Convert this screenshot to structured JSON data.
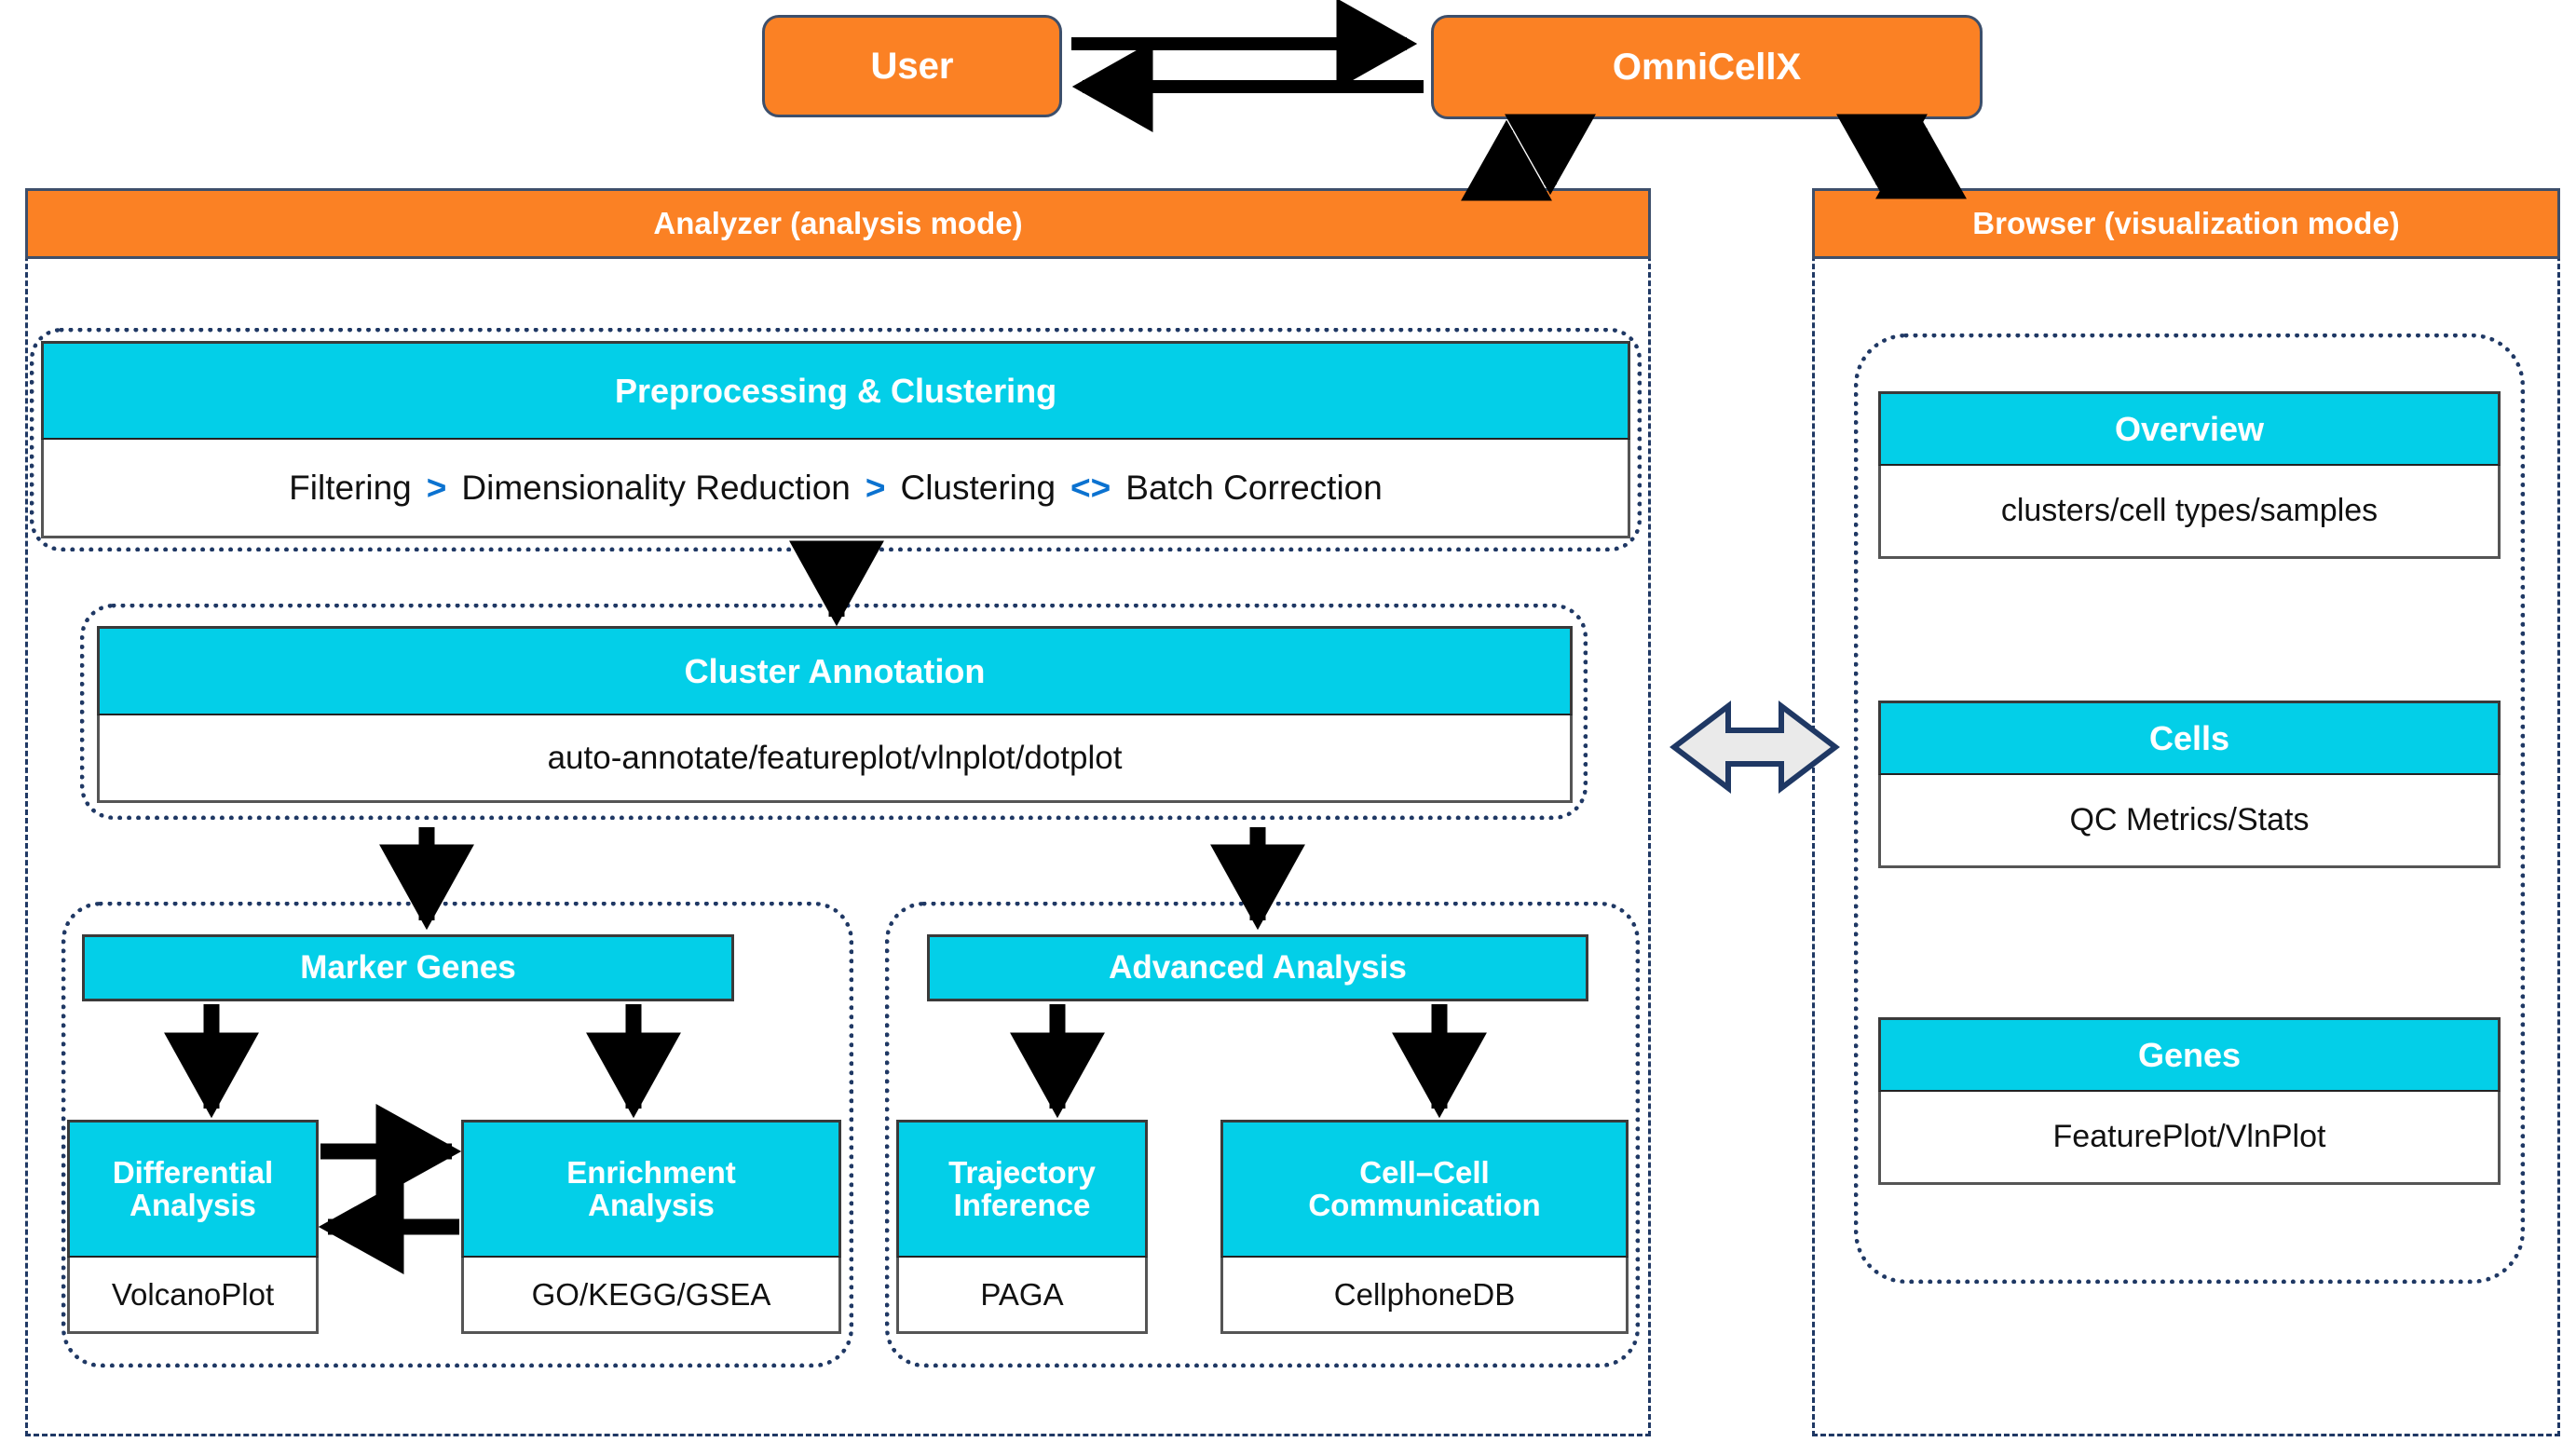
{
  "top": {
    "user_label": "User",
    "app_label": "OmniCellX"
  },
  "analyzer": {
    "header": "Analyzer (analysis mode)",
    "preprocessing": {
      "title": "Preprocessing & Clustering",
      "pipeline": [
        {
          "step": "Filtering",
          "sep": ">"
        },
        {
          "step": "Dimensionality Reduction",
          "sep": ">"
        },
        {
          "step": "Clustering",
          "sep": "<>"
        },
        {
          "step": "Batch Correction",
          "sep": ""
        }
      ]
    },
    "cluster_annotation": {
      "title": "Cluster Annotation",
      "subtitle": "auto-annotate/featureplot/vlnplot/dotplot"
    },
    "marker_genes": {
      "title": "Marker Genes",
      "children": [
        {
          "title": "Differential\nAnalysis",
          "subtitle": "VolcanoPlot"
        },
        {
          "title": "Enrichment\nAnalysis",
          "subtitle": "GO/KEGG/GSEA"
        }
      ]
    },
    "advanced_analysis": {
      "title": "Advanced Analysis",
      "children": [
        {
          "title": "Trajectory\nInference",
          "subtitle": "PAGA"
        },
        {
          "title": "Cell–Cell\nCommunication",
          "subtitle": "CellphoneDB"
        }
      ]
    }
  },
  "browser": {
    "header": "Browser (visualization mode)",
    "cards": [
      {
        "title": "Overview",
        "subtitle": "clusters/cell types/samples"
      },
      {
        "title": "Cells",
        "subtitle": "QC Metrics/Stats"
      },
      {
        "title": "Genes",
        "subtitle": "FeaturePlot/VlnPlot"
      }
    ]
  },
  "connectors": {
    "user_to_app": "arrow-right",
    "app_to_user": "arrow-left",
    "app_analyzer_up": "arrow-up",
    "app_analyzer_down": "arrow-down",
    "app_browser_down": "arrow-down",
    "app_browser_up": "arrow-up",
    "analyzer_browser_sync": "double-headed-arrow"
  },
  "colors": {
    "orange": "#FB8124",
    "cyan": "#03CFE8",
    "navy": "#1F3864",
    "chevron_blue": "#0B72D0",
    "arrow_black": "#000000",
    "sync_arrow_fill": "#EAEAEA"
  }
}
